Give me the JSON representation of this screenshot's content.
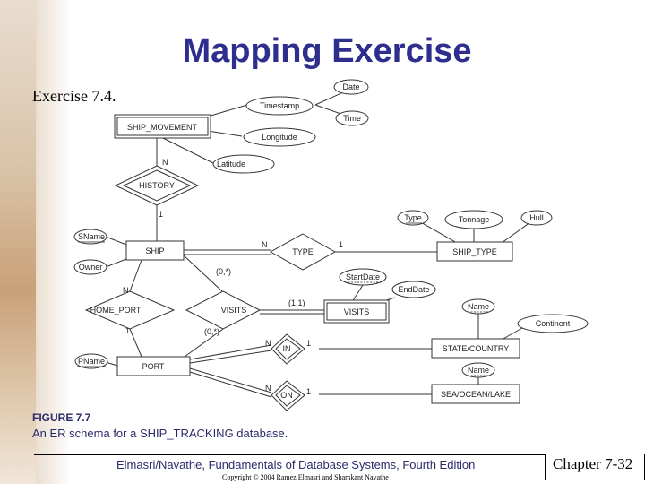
{
  "slide": {
    "title": "Mapping Exercise",
    "subtitle": "Exercise 7.4.",
    "figure_label": "FIGURE 7.7",
    "figure_caption": "An ER schema for a SHIP_TRACKING database.",
    "footer": "Elmasri/Navathe, Fundamentals of Database Systems, Fourth Edition",
    "copyright": "Copyright © 2004 Ramez Elmasri and Shamkant Navathe",
    "chapter": "Chapter 7-32"
  },
  "colors": {
    "title": "#2e2e8e",
    "caption": "#2b2b6b"
  },
  "entities": {
    "ship_movement": "SHIP_MOVEMENT",
    "ship": "SHIP",
    "ship_type": "SHIP_TYPE",
    "visits": "VISITS",
    "port": "PORT",
    "state_country": "STATE/COUNTRY",
    "sea_ocean_lake": "SEA/OCEAN/LAKE"
  },
  "relationships": {
    "history": "HISTORY",
    "type": "TYPE",
    "home_port": "HOME_PORT",
    "visits": "VISITS",
    "in": "IN",
    "on": "ON"
  },
  "attributes": {
    "date": "Date",
    "timestamp": "Timestamp",
    "time": "Time",
    "longitude": "Longitude",
    "latitude": "Latitude",
    "type": "Type",
    "tonnage": "Tonnage",
    "hull": "Hull",
    "sname": "SName",
    "owner": "Owner",
    "startdate": "StartDate",
    "enddate": "EndDate",
    "name_state": "Name",
    "continent": "Continent",
    "pname": "PName",
    "name_sea": "Name"
  },
  "cardinalities": {
    "history_n": "N",
    "history_1": "1",
    "type_n": "N",
    "type_1": "1",
    "ship_visits": "(0,*)",
    "visits_entity": "(1,1)",
    "home_n": "N",
    "home_1": "1",
    "port_visits": "(0,*)",
    "in_n": "N",
    "in_1": "1",
    "on_n": "N",
    "on_1": "1"
  }
}
